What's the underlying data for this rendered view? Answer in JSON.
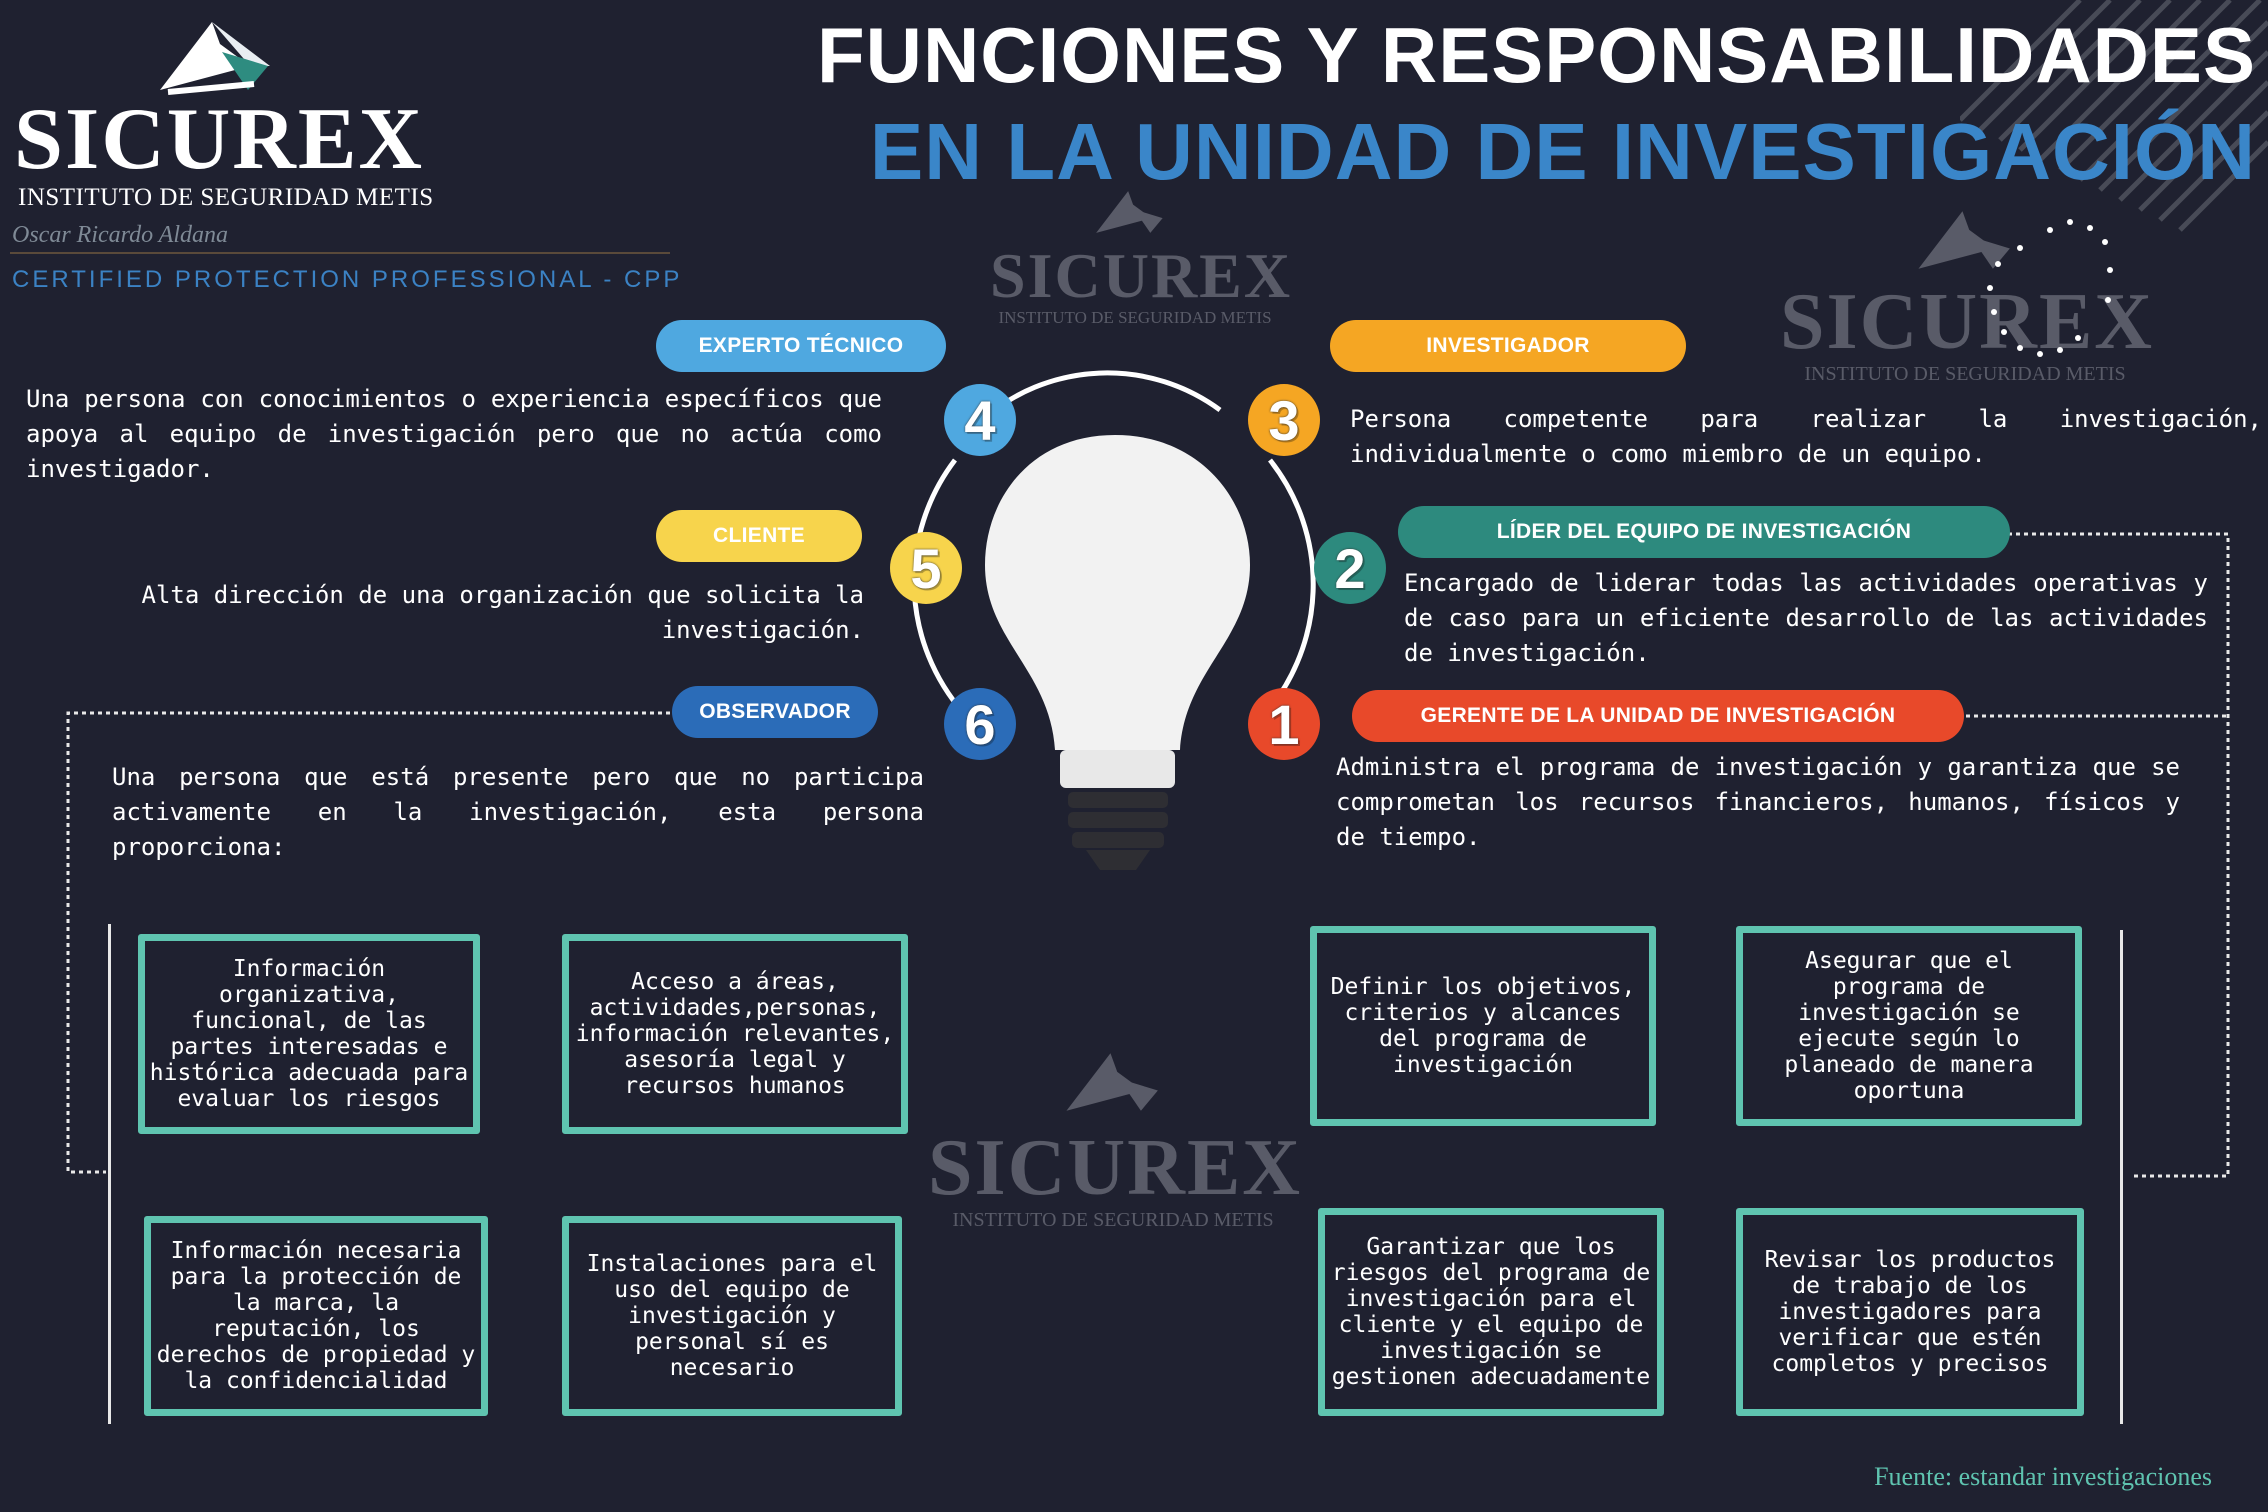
{
  "brand": {
    "name": "SICUREX",
    "subtitle": "INSTITUTO DE SEGURIDAD METIS",
    "author": "Oscar Ricardo Aldana",
    "certification": "CERTIFIED PROTECTION PROFESSIONAL - CPP"
  },
  "title": {
    "line1": "FUNCIONES Y RESPONSABILIDADES",
    "line2": "EN LA UNIDAD DE INVESTIGACIÓN"
  },
  "watermark": {
    "name": "SICUREX",
    "subtitle": "INSTITUTO DE SEGURIDAD METIS"
  },
  "roles": [
    {
      "number": "1",
      "title": "GERENTE DE LA UNIDAD DE INVESTIGACIÓN",
      "color": "#e8492a",
      "description": "Administra el programa de investigación y garantiza que se comprometan los recursos financieros, humanos, físicos y de tiempo."
    },
    {
      "number": "2",
      "title": "LÍDER DEL EQUIPO DE INVESTIGACIÓN",
      "color": "#2d8a7e",
      "description": "Encargado de liderar todas las actividades operativas y de caso para un eficiente desarrollo de las actividades de investigación."
    },
    {
      "number": "3",
      "title": "INVESTIGADOR",
      "color": "#f5a623",
      "description": "Persona competente para realizar la investigación, individualmente o como miembro de un equipo."
    },
    {
      "number": "4",
      "title": "EXPERTO TÉCNICO",
      "color": "#4fa8e0",
      "description": "Una persona con conocimientos o experiencia específicos que apoya al equipo de investigación pero que no actúa como investigador."
    },
    {
      "number": "5",
      "title": "CLIENTE",
      "color": "#f7d44c",
      "description": "Alta dirección de una organización que solicita la investigación."
    },
    {
      "number": "6",
      "title": "OBSERVADOR",
      "color": "#2b6cb8",
      "description": "Una persona que está presente pero que no participa activamente en la investigación, esta persona proporciona:"
    }
  ],
  "observer_items": [
    "Información organizativa, funcional, de las partes interesadas e histórica adecuada para evaluar los riesgos",
    "Acceso a áreas, actividades,personas, información relevantes, asesoría legal y recursos humanos",
    "Información necesaria para la protección de la marca, la reputación, los derechos de propiedad y la confidencialidad",
    "Instalaciones para el uso del equipo de investigación y personal sí es necesario"
  ],
  "manager_items": [
    "Definir los objetivos, criterios y alcances del programa de investigación",
    "Asegurar que el programa de investigación se ejecute según lo planeado de manera oportuna",
    "Garantizar que los riesgos del programa de investigación para el cliente y el equipo de investigación se gestionen adecuadamente",
    "Revisar los productos de trabajo de los investigadores para verificar que estén completos y precisos"
  ],
  "source": "Fuente: estandar investigaciones",
  "colors": {
    "background": "#1f2130",
    "accent_teal": "#5fc4b0",
    "title_blue": "#3a86c9"
  }
}
